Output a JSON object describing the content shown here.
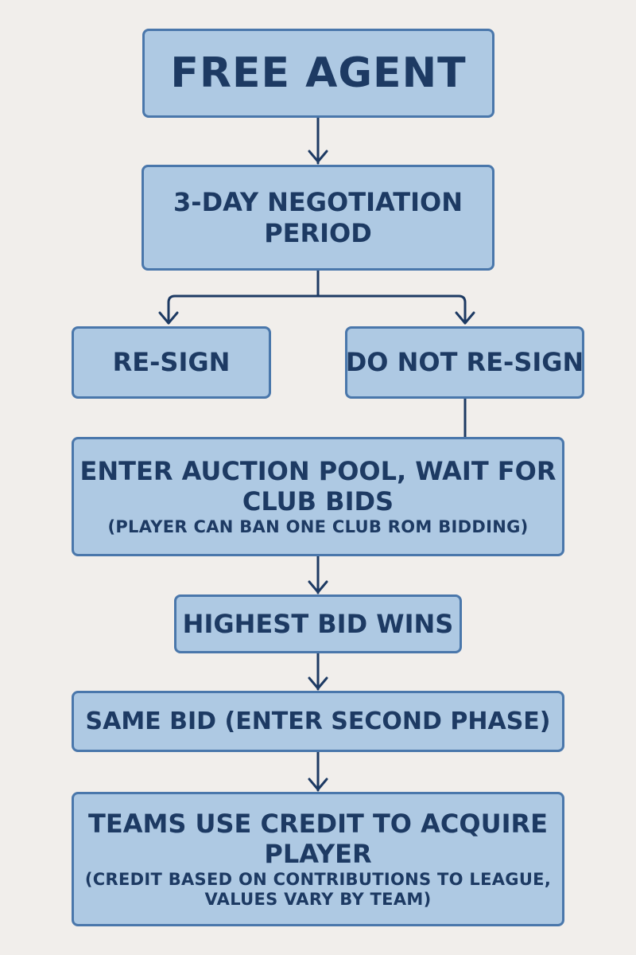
{
  "diagram": {
    "nodes": {
      "free_agent": "FREE AGENT",
      "negotiation": [
        "3-DAY NEGOTIATION",
        "PERIOD"
      ],
      "resign": "RE-SIGN",
      "do_not_resign": "DO NOT RE-SIGN",
      "auction": [
        "ENTER AUCTION POOL, WAIT FOR",
        "CLUB BIDS"
      ],
      "auction_note": "(PLAYER CAN BAN ONE CLUB ROM BIDDING)",
      "highest_bid": "HIGHEST BID WINS",
      "same_bid": "SAME BID (ENTER SECOND PHASE)",
      "credit": [
        "TEAMS USE CREDIT TO ACQUIRE",
        "PLAYER"
      ],
      "credit_note": [
        "(CREDIT BASED ON CONTRIBUTIONS TO LEAGUE,",
        "VALUES VARY BY TEAM)"
      ]
    },
    "colors": {
      "background": "#f1eeeb",
      "box_fill": "#aec9e3",
      "box_border": "#4a77ab",
      "text": "#1d3a63",
      "connector": "#1d3a63"
    }
  }
}
